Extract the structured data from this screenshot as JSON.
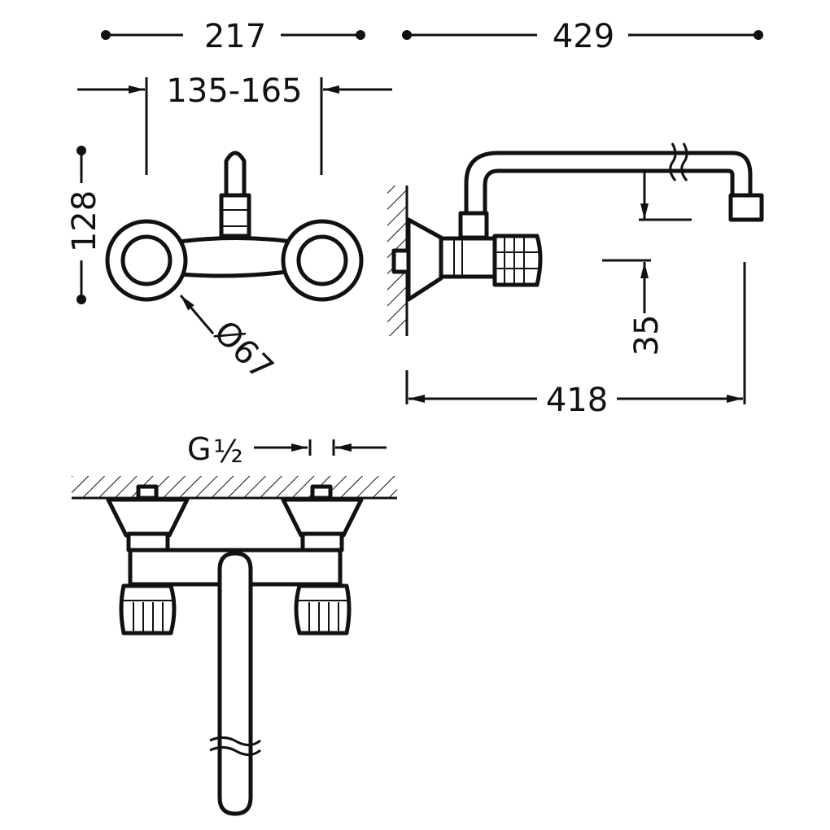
{
  "dimensions": {
    "width_top": "217",
    "depth_top": "429",
    "center_range": "135-165",
    "height_handle": "128",
    "diameter_rosette": "Ø67",
    "spout_reach": "418",
    "spout_height": "35",
    "thread_prefix": "G",
    "thread_fraction": "½"
  },
  "colors": {
    "line": "#111111",
    "background": "#ffffff"
  }
}
